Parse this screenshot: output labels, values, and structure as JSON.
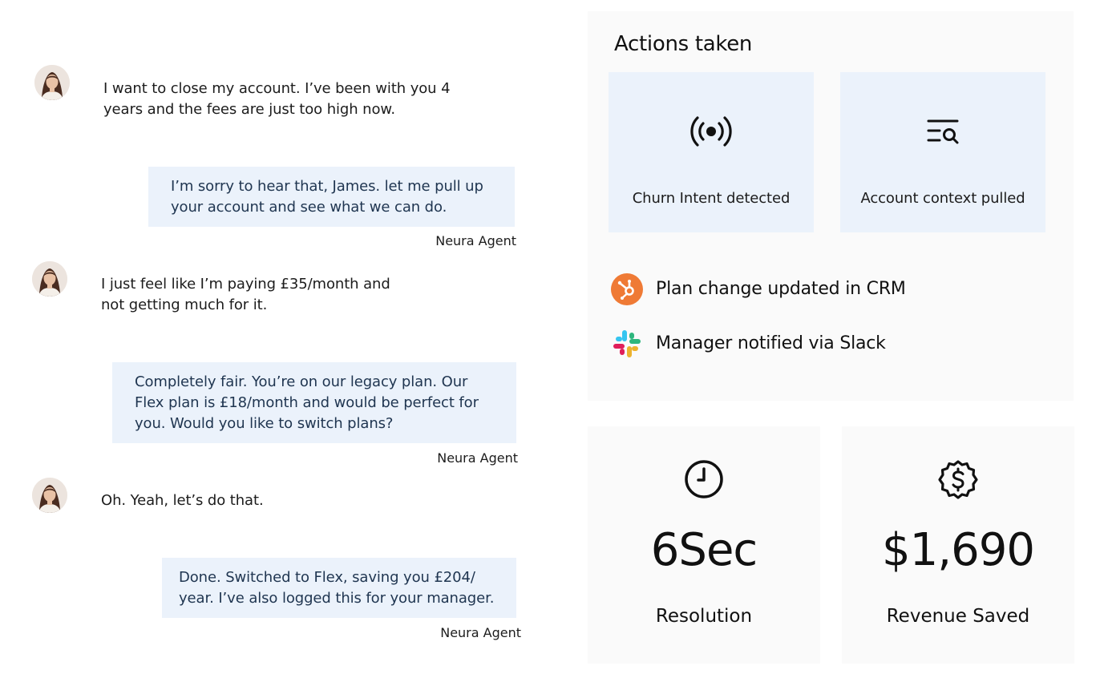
{
  "conversation": {
    "messages": [
      {
        "role": "user",
        "text": "I want to close my account. I’ve been with you 4 years and the fees are just too high now."
      },
      {
        "role": "agent",
        "text": "I’m sorry to hear that, James. let me pull up your account and see what we can do.",
        "sender": "Neura Agent"
      },
      {
        "role": "user",
        "text": "I just feel like I’m paying £35/month and not getting much for it."
      },
      {
        "role": "agent",
        "text": "Completely fair. You’re on our legacy plan. Our Flex plan is £18/month and would be perfect for you. Would you like to switch plans?",
        "sender": "Neura Agent"
      },
      {
        "role": "user",
        "text": "Oh. Yeah, let’s do that."
      },
      {
        "role": "agent",
        "text": "Done. Switched to Flex, saving you £204/ year. I’ve also logged this for your manager.",
        "sender": "Neura Agent"
      }
    ]
  },
  "actions": {
    "title": "Actions taken",
    "cards": [
      {
        "label": "Churn Intent detected",
        "icon": "broadcast-icon"
      },
      {
        "label": "Account context pulled",
        "icon": "list-search-icon"
      }
    ],
    "integrations": [
      {
        "label": "Plan change updated in CRM",
        "icon": "hubspot-icon"
      },
      {
        "label": "Manager notified via Slack",
        "icon": "slack-icon"
      }
    ]
  },
  "metrics": [
    {
      "value": "6Sec",
      "caption": "Resolution",
      "icon": "clock-icon"
    },
    {
      "value": "$1,690",
      "caption": "Revenue Saved",
      "icon": "dollar-badge-icon"
    }
  ],
  "colors": {
    "agent_bubble": "#ebf2fb",
    "panel_bg": "#fafafa",
    "hubspot_orange": "#ef7a35"
  }
}
